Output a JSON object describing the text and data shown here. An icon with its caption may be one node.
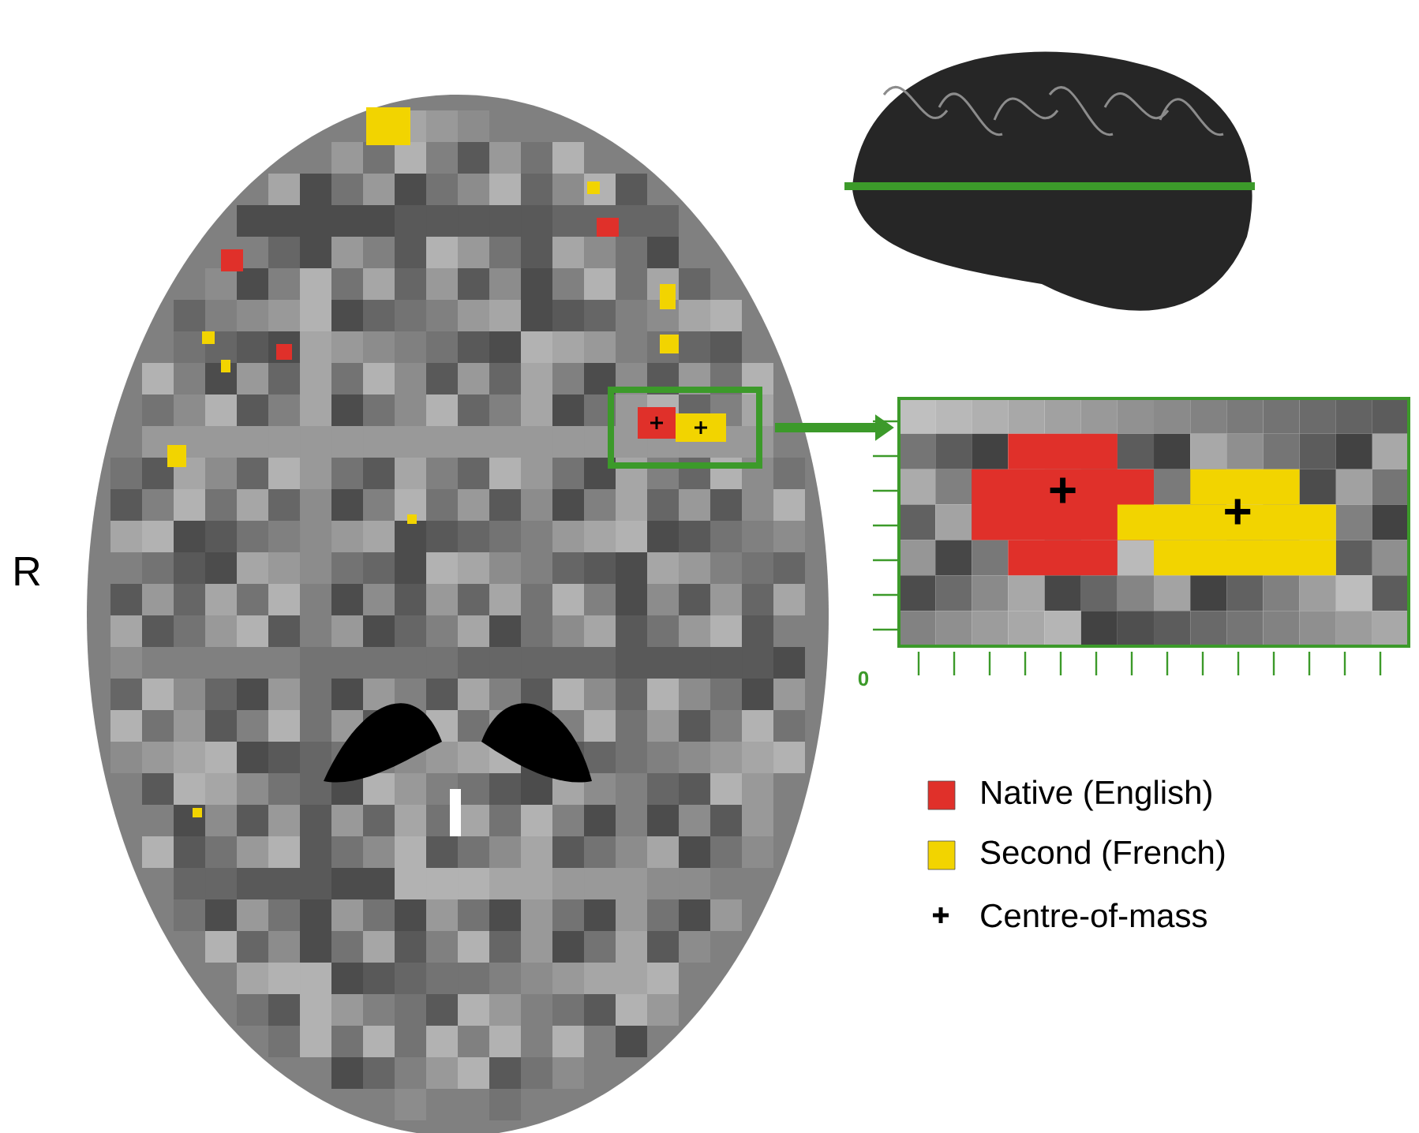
{
  "diagram": {
    "nodes": [
      {
        "text": [],
        "shape": "box"
      },
      {
        "text": [],
        "shape": "picture"
      }
    ],
    "edges": [
      {
        "from": 0,
        "to": 1,
        "arrow": "to"
      }
    ],
    "labels": [
      "R",
      "0"
    ],
    "legend": [
      {
        "text": "Native (English)",
        "color": "#e0302a"
      },
      {
        "text": "Second (French)",
        "color": "#f2d400"
      },
      {
        "text": "Centre-of-mass"
      }
    ]
  }
}
